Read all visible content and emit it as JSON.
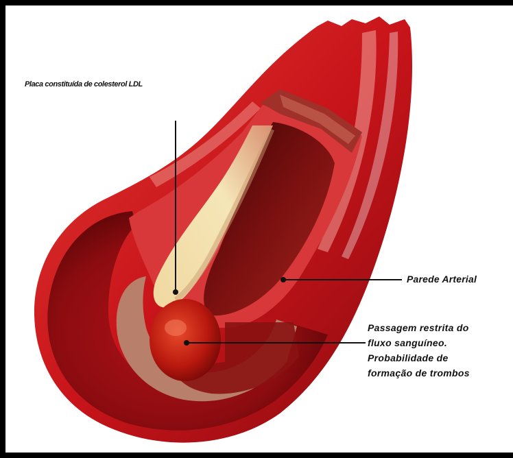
{
  "labels": {
    "plaque": "Placa constituída de colesterol LDL",
    "arterial_wall": "Parede Arterial",
    "passage_line1": "Passagem restrita do",
    "passage_line2": "fluxo sanguíneo.",
    "passage_line3": "Probabilidade de",
    "passage_line4": "formação de trombos"
  },
  "colors": {
    "frame": "#000000",
    "artery_red": "#c8141a",
    "artery_dark": "#7a0a0c",
    "plaque": "#f2e2b0",
    "leader_line": "#111111"
  }
}
